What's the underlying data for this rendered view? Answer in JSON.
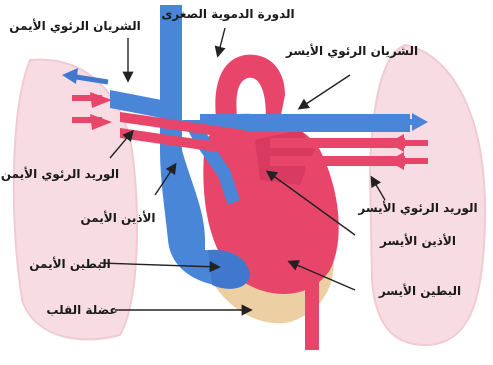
{
  "labels": {
    "title": "الدورة الدموية الصغرى",
    "pa_right": "الشريان الرئوي الأيمن",
    "pa_left": "الشريان الرئوي الأيسر",
    "pv_right": "الوريد الرئوي الأيمن",
    "pv_left": "الوريد الرئوي الأيسر",
    "right_atrium": "الأذين الأيمن",
    "left_atrium": "الأذين الأيسر",
    "right_ventricle": "البطين الأيمن",
    "left_ventricle": "البطين الأيسر",
    "heart_muscle": "عضلة القلب"
  },
  "colors": {
    "deoxygenated": "#4a86d8",
    "oxygenated": "#e8456a",
    "lung": "#f7dde3",
    "muscle": "#ecd0a4"
  }
}
